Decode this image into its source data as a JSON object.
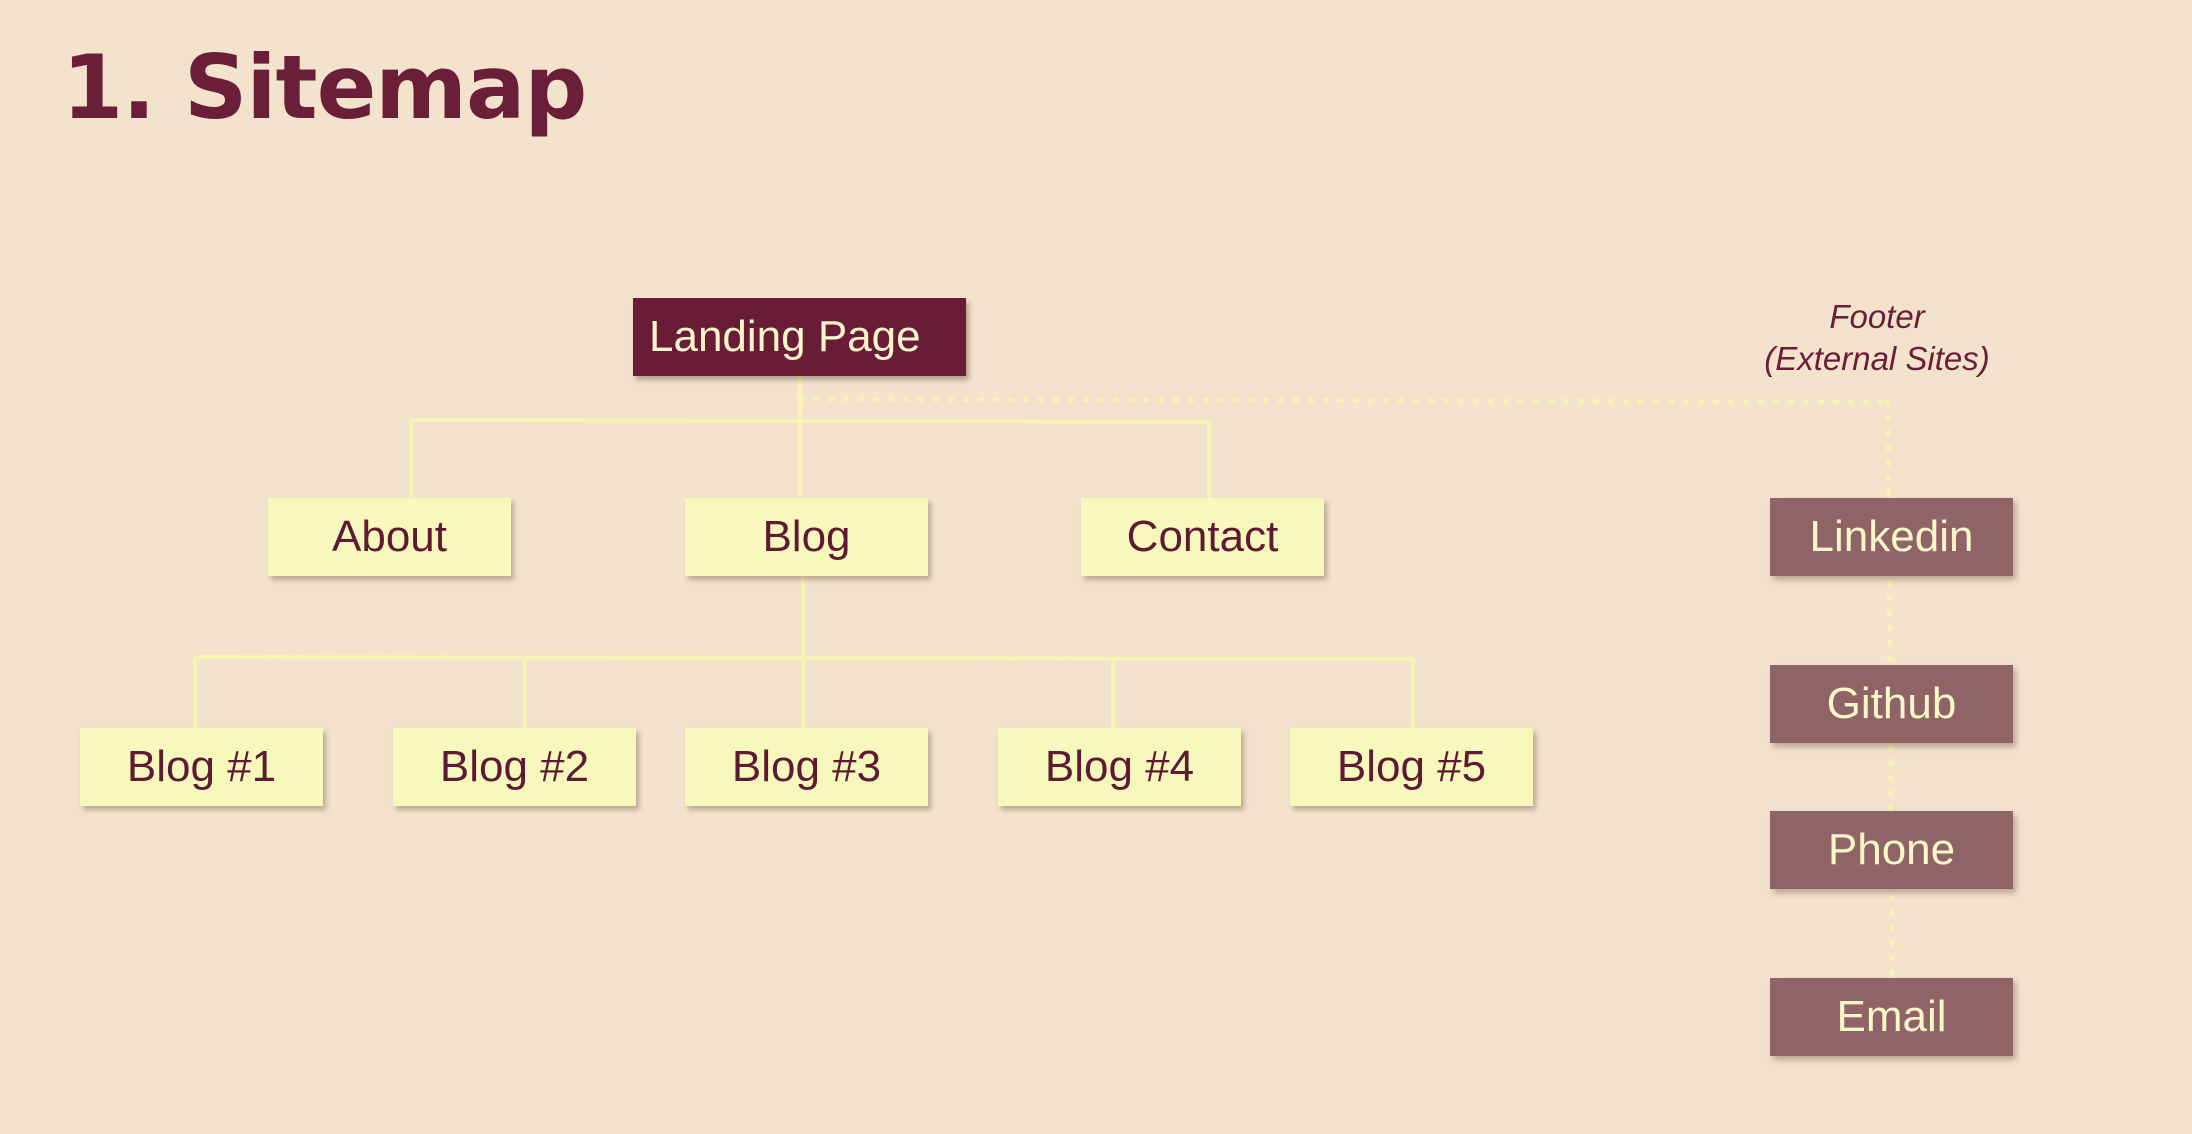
{
  "title": {
    "number": "1.",
    "text": "Sitemap"
  },
  "sitemap": {
    "root": "Landing Page",
    "sections": [
      "About",
      "Blog",
      "Contact"
    ],
    "blog_posts": [
      "Blog #1",
      "Blog #2",
      "Blog #3",
      "Blog #4",
      "Blog #5"
    ]
  },
  "footer": {
    "label_line1": "Footer",
    "label_line2": "(External Sites)",
    "links": [
      "Linkedin",
      "Github",
      "Phone",
      "Email"
    ]
  },
  "colors": {
    "background": "#F3E3CC",
    "accent": "#681C38",
    "page_box": "#F7F8BC",
    "external_box": "#8E6466",
    "connector": "#F6F4B4"
  }
}
